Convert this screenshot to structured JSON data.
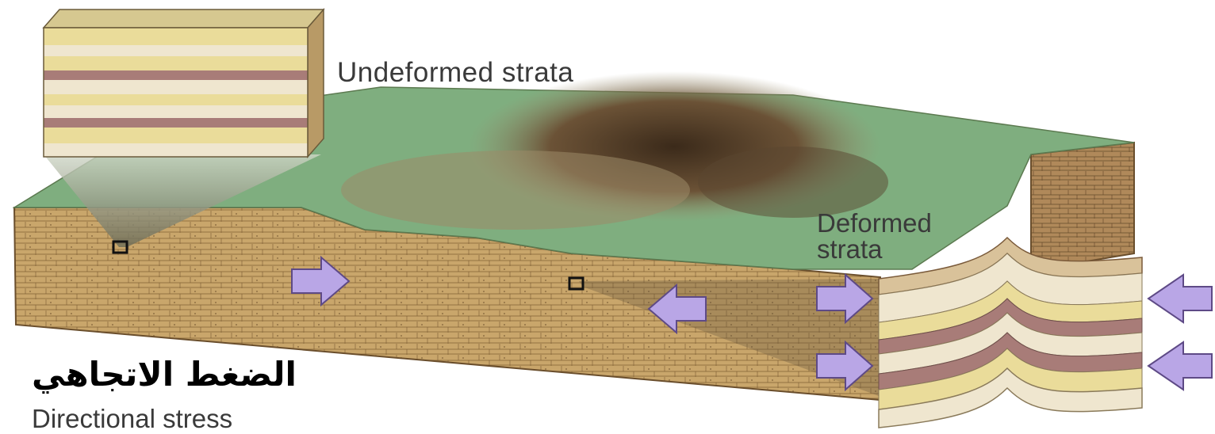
{
  "labels": {
    "undeformed": "Undeformed strata",
    "deformed_line1": "Deformed",
    "deformed_line2": "strata",
    "arabic_title": "الضغط الاتجاهي",
    "directional_stress": "Directional stress"
  },
  "colors": {
    "surface_green": "#7fae7f",
    "terrain_dark": "#4a3522",
    "rock_tan": "#c9a66b",
    "stripe_yellow": "#eadc9a",
    "stripe_mauve": "#a87c78",
    "stripe_cream": "#efe6cf",
    "arrow_purple": "#b9a6e6",
    "arrow_outline": "#5e4a86",
    "text": "#3a3a3a"
  },
  "arrows": [
    {
      "name": "stress-arrow-right-1",
      "direction": "right"
    },
    {
      "name": "stress-arrow-left-1",
      "direction": "left"
    },
    {
      "name": "stress-arrow-right-2",
      "direction": "right"
    },
    {
      "name": "stress-arrow-right-3",
      "direction": "right"
    },
    {
      "name": "stress-arrow-left-2",
      "direction": "left"
    },
    {
      "name": "stress-arrow-left-3",
      "direction": "left"
    }
  ]
}
